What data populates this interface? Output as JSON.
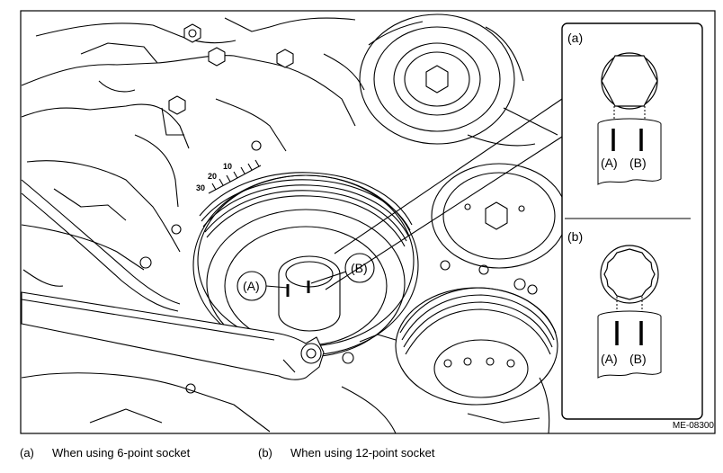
{
  "figure": {
    "code": "ME-08300",
    "callouts": {
      "a_label": "(A)",
      "b_label": "(B)"
    },
    "timing_scale": [
      "30",
      "20",
      "10"
    ],
    "inset_a": {
      "tag": "(a)",
      "mark_a": "(A)",
      "mark_b": "(B)",
      "socket": "6-point"
    },
    "inset_b": {
      "tag": "(b)",
      "mark_a": "(A)",
      "mark_b": "(B)",
      "socket": "12-point"
    }
  },
  "captions": [
    {
      "key": "(a)",
      "text": "When using 6-point socket"
    },
    {
      "key": "(b)",
      "text": "When using 12-point socket"
    }
  ]
}
